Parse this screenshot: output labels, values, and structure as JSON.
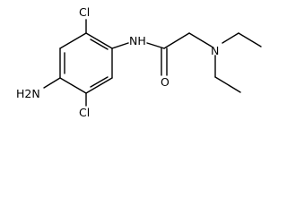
{
  "molecule": {
    "atoms": {
      "cl_top": "Cl",
      "cl_bottom": "Cl",
      "amide_nh": "NH",
      "amine_n": "N",
      "carbonyl_o": "O",
      "amino_group": "H2N"
    }
  },
  "colors": {
    "bond": "#000000",
    "label": "#000000",
    "background": "#ffffff"
  }
}
